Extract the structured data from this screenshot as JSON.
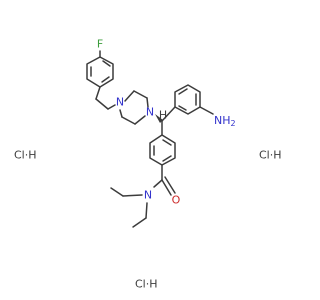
{
  "molecule": {
    "atom_labels": {
      "fluorine": "F",
      "piperazine_n1": "N",
      "piperazine_n2": "N",
      "amide_n": "N",
      "amide_o": "O",
      "amine": "NH",
      "amine_h2": "2"
    },
    "stereo_h": "H",
    "salts": [
      "Cl·H",
      "Cl·H",
      "Cl·H"
    ]
  },
  "colors": {
    "bond": "#3c3c3c",
    "nitrogen": "#3333cc",
    "oxygen": "#cc2b2b",
    "fluorine": "#3c9c3c",
    "carbon": "#3c3c3c"
  }
}
